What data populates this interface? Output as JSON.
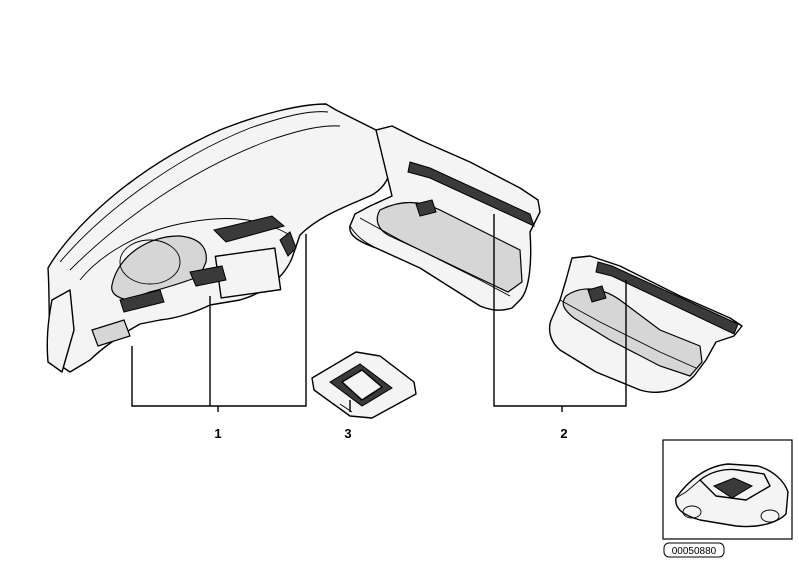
{
  "callouts": [
    {
      "id": "1",
      "label": "1"
    },
    {
      "id": "2",
      "label": "2"
    },
    {
      "id": "3",
      "label": "3"
    }
  ],
  "reference_number": "00050880"
}
